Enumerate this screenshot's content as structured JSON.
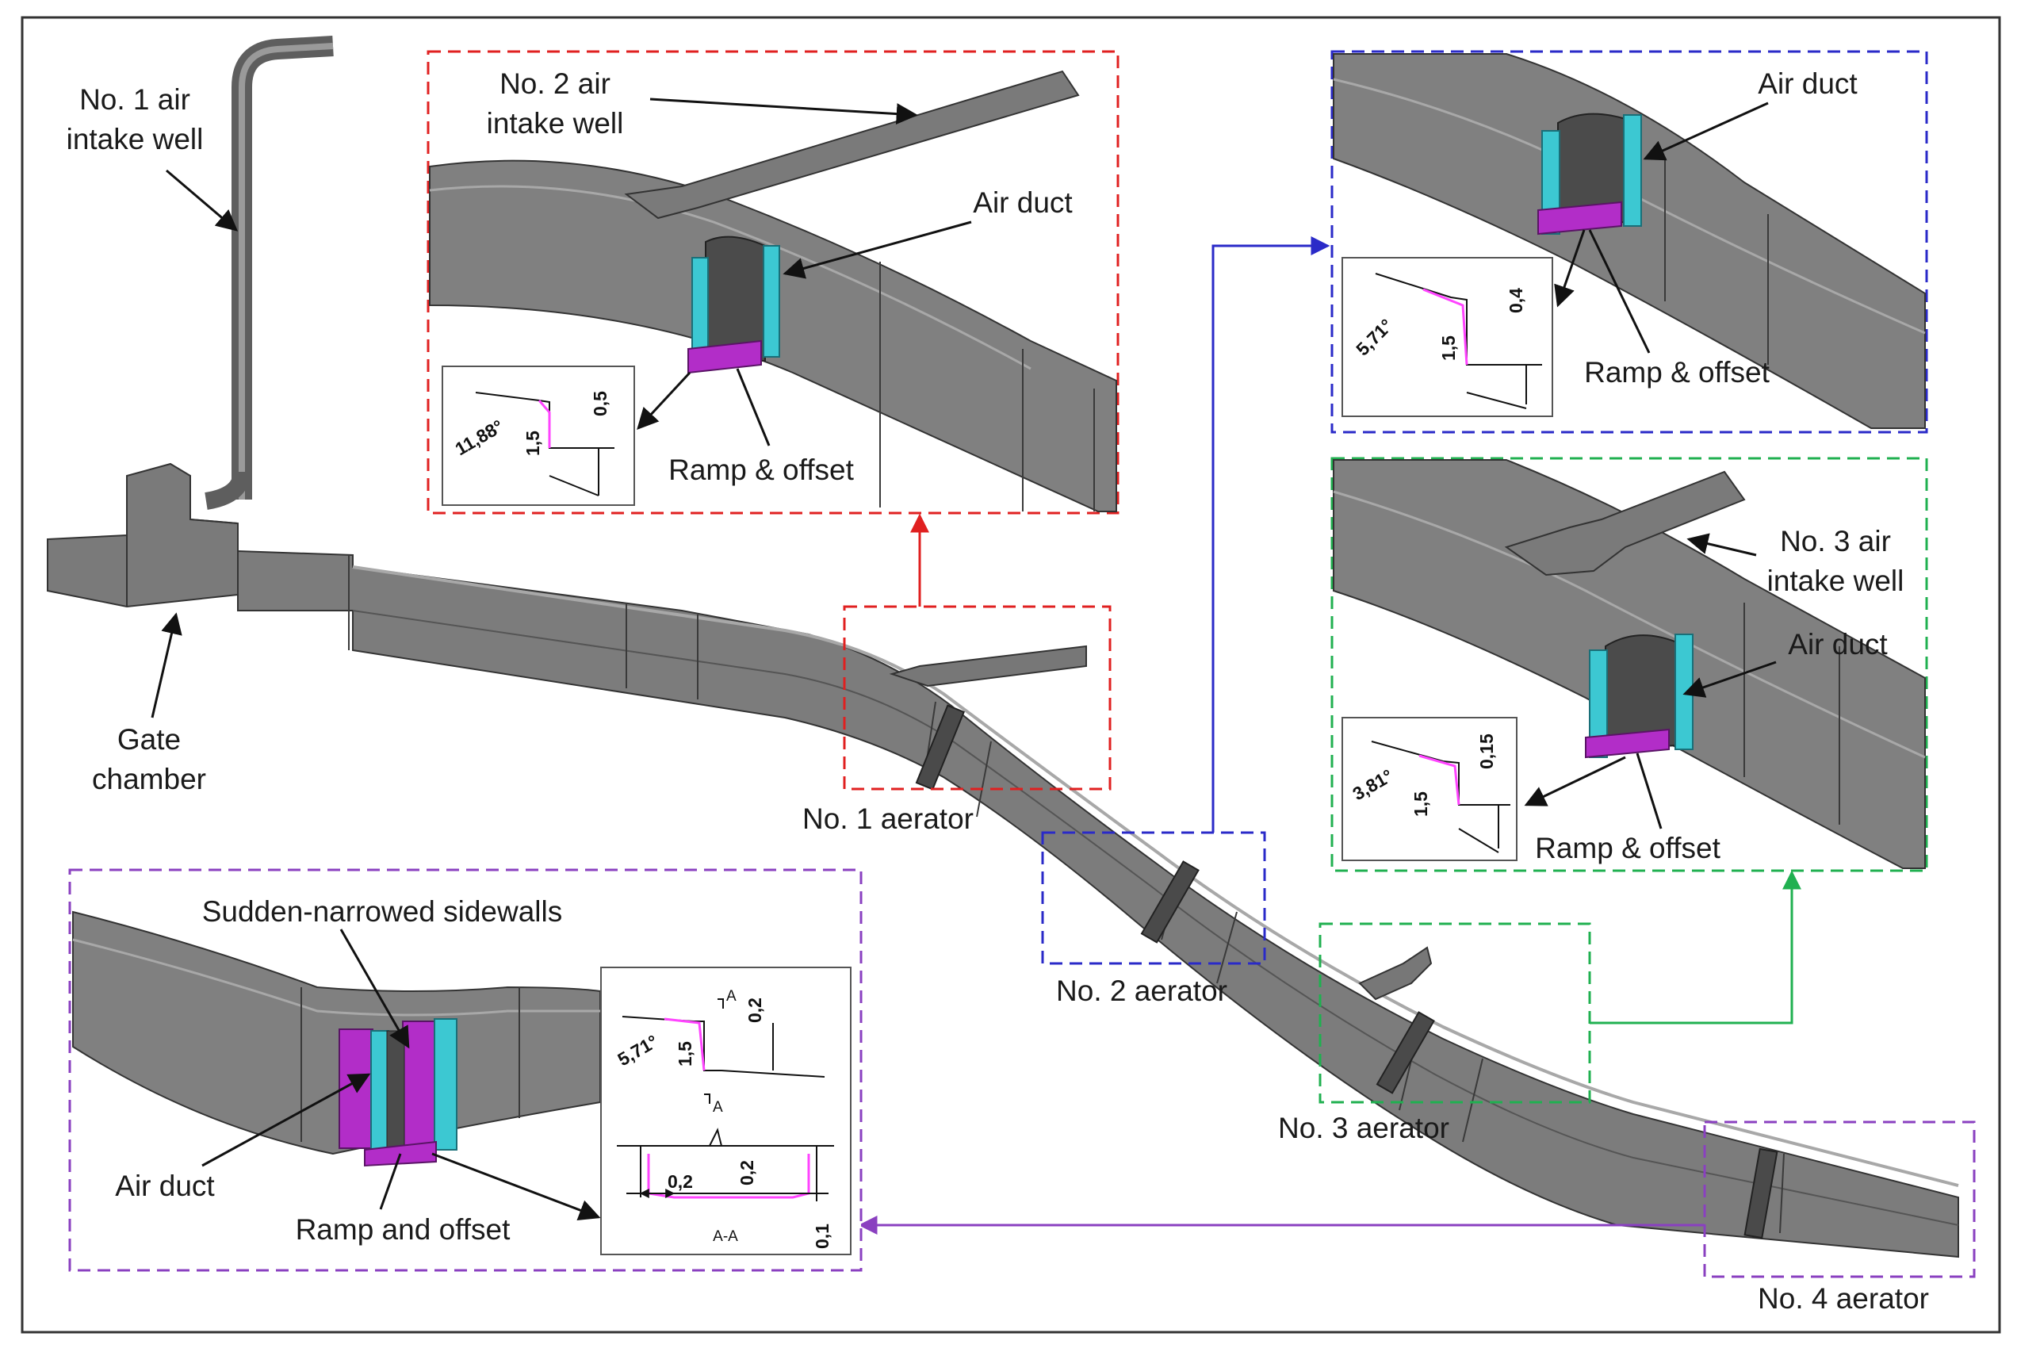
{
  "labels": {
    "intake_well_1": [
      "No. 1 air",
      "intake well"
    ],
    "gate_chamber": [
      "Gate",
      "chamber"
    ],
    "aerator_1": "No. 1 aerator",
    "aerator_2": "No. 2 aerator",
    "aerator_3": "No. 3 aerator",
    "aerator_4": "No. 4 aerator"
  },
  "inset_aerator1": {
    "intake_well": [
      "No. 2 air",
      "intake well"
    ],
    "air_duct": "Air duct",
    "ramp_offset": "Ramp & offset",
    "angle": "11,88°",
    "height": "1,5",
    "offset": "0,5"
  },
  "inset_aerator2": {
    "air_duct": "Air duct",
    "ramp_offset": "Ramp & offset",
    "angle": "5,71°",
    "height": "1,5",
    "offset": "0,4"
  },
  "inset_aerator3": {
    "intake_well": [
      "No. 3 air",
      "intake well"
    ],
    "air_duct": "Air duct",
    "ramp_offset": "Ramp & offset",
    "angle": "3,81°",
    "height": "1,5",
    "offset": "0,15"
  },
  "inset_aerator4": {
    "sidewalls": "Sudden-narrowed sidewalls",
    "air_duct": "Air duct",
    "ramp_offset": "Ramp and offset",
    "angle": "5,71°",
    "height": "1,5",
    "offset": "0,2",
    "section_mark": "A",
    "section_label": "A-A",
    "narrow_width": "0,2",
    "narrow_height": "0,2",
    "floor_drop": "0,1"
  },
  "colors": {
    "tunnel": "#7b7b7b",
    "tunnel_dark": "#5a5a5a",
    "duct": "#3cc8d2",
    "ramp": "#b22dc8",
    "aerator1_frame": "#e02020",
    "aerator2_frame": "#2a2ac8",
    "aerator3_frame": "#20b050",
    "aerator4_frame": "#8a40c0"
  }
}
